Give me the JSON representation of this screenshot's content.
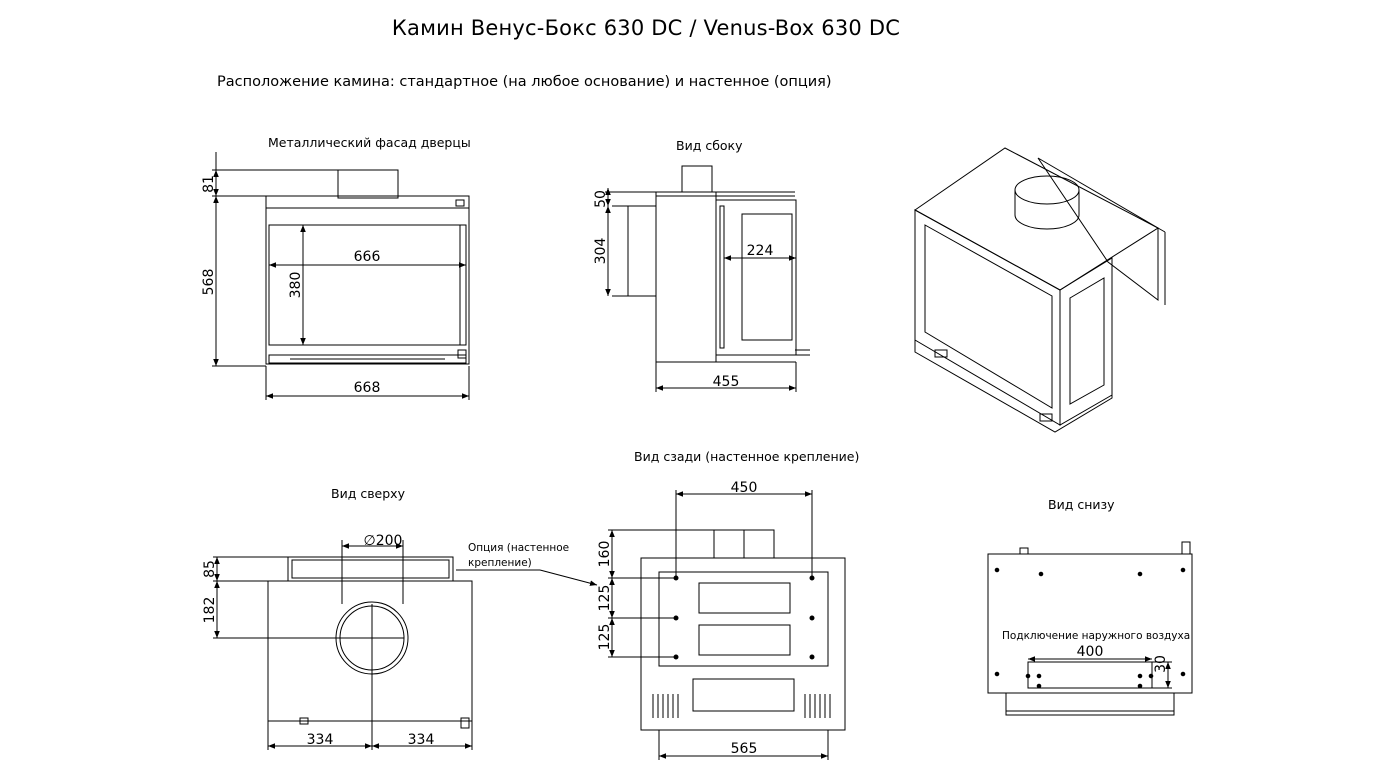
{
  "title": "Камин Венус-Бокс 630 DC / Venus-Box 630 DC",
  "subtitle": "Расположение камина: стандартное (на любое основание) и настенное (опция)",
  "views": {
    "front": {
      "label": "Металлический фасад дверцы",
      "dims": {
        "top": "81",
        "height": "568",
        "glass_h": "380",
        "glass_w": "666",
        "width": "668"
      }
    },
    "side": {
      "label": "Вид сбоку",
      "dims": {
        "top": "50",
        "height": "304",
        "depth_glass": "224",
        "depth": "455"
      }
    },
    "rear": {
      "label": "Вид сзади (настенное крепление)",
      "dims": {
        "top_w": "450",
        "h1": "160",
        "h2": "125",
        "h3": "125",
        "width": "565"
      }
    },
    "top": {
      "label": "Вид сверху",
      "dims": {
        "diameter": "∅200",
        "h1": "85",
        "h2": "182",
        "half_l": "334",
        "half_r": "334"
      },
      "option_note": [
        "Опция (настенное",
        "крепление)"
      ]
    },
    "bottom": {
      "label": "Вид снизу",
      "air_label": "Подключение наружного воздуха",
      "dims": {
        "width": "400",
        "height": "30"
      }
    }
  }
}
